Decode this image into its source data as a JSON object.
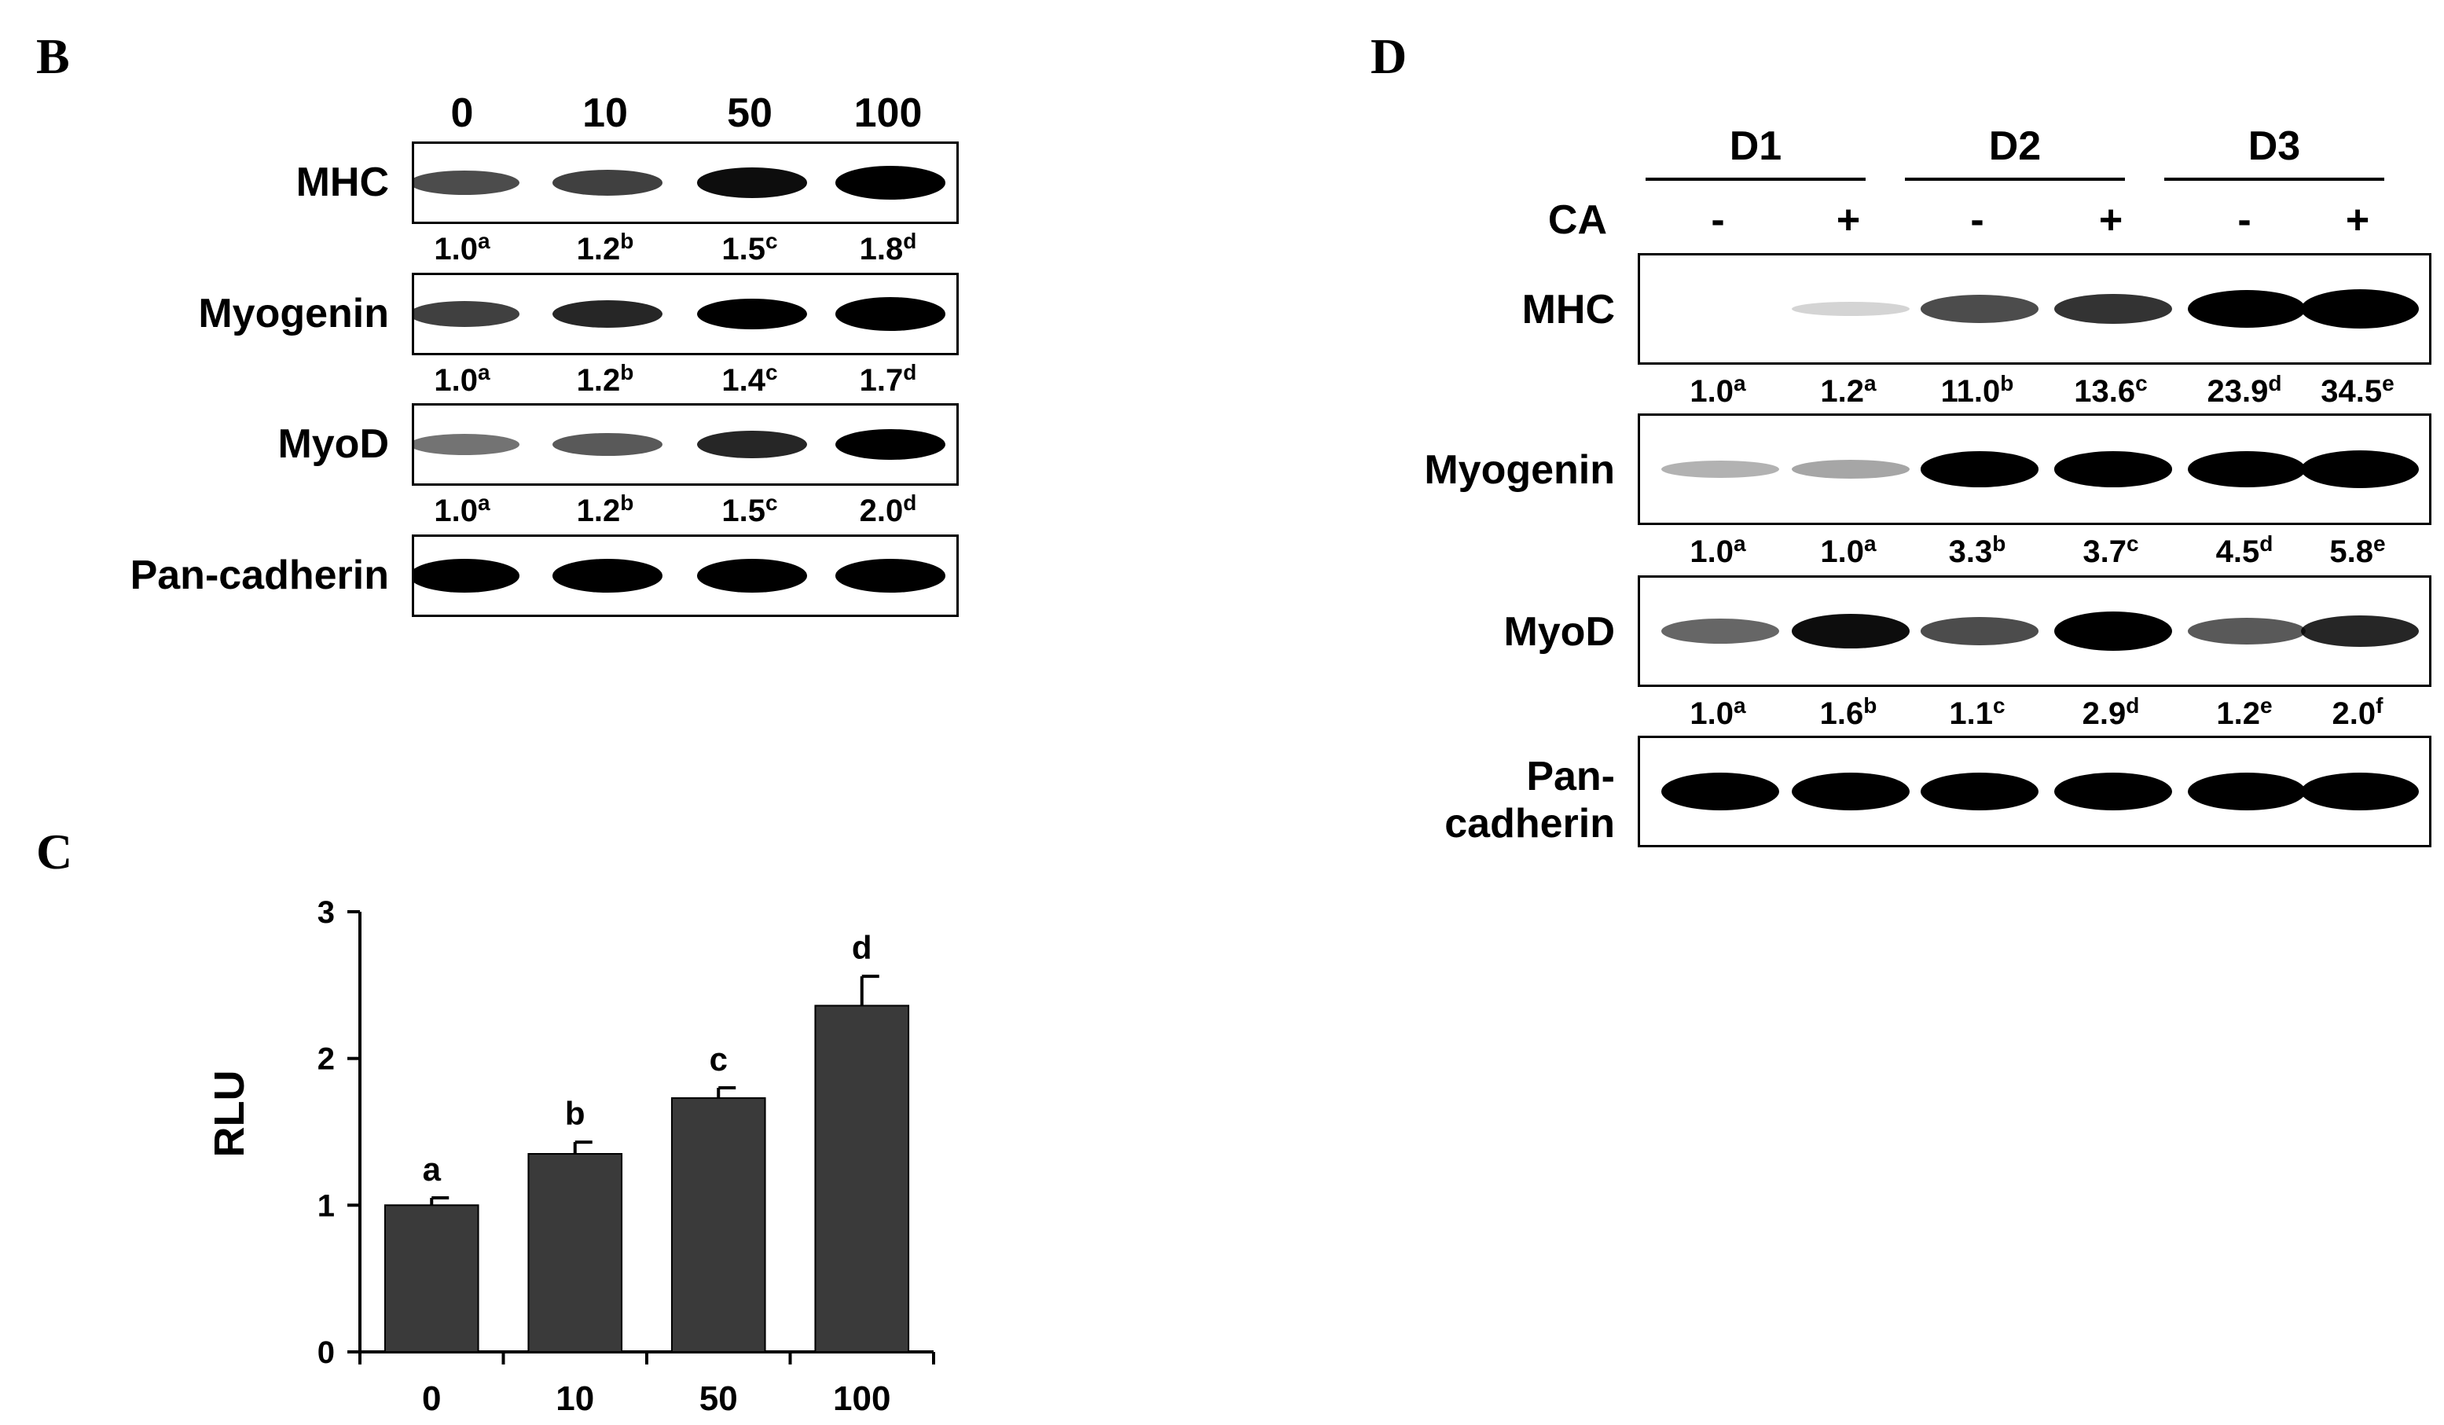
{
  "panel_b": {
    "letter": "B",
    "lanes": [
      "0",
      "10",
      "50",
      "100"
    ],
    "rows": [
      {
        "label": "MHC",
        "quant": [
          {
            "v": "1.0",
            "s": "a"
          },
          {
            "v": "1.2",
            "s": "b"
          },
          {
            "v": "1.5",
            "s": "c"
          },
          {
            "v": "1.8",
            "s": "d"
          }
        ],
        "intensity": [
          0.55,
          0.6,
          0.8,
          0.95
        ]
      },
      {
        "label": "Myogenin",
        "quant": [
          {
            "v": "1.0",
            "s": "a"
          },
          {
            "v": "1.2",
            "s": "b"
          },
          {
            "v": "1.4",
            "s": "c"
          },
          {
            "v": "1.7",
            "s": "d"
          }
        ],
        "intensity": [
          0.6,
          0.7,
          0.85,
          0.95
        ]
      },
      {
        "label": "MyoD",
        "quant": [
          {
            "v": "1.0",
            "s": "a"
          },
          {
            "v": "1.2",
            "s": "b"
          },
          {
            "v": "1.5",
            "s": "c"
          },
          {
            "v": "2.0",
            "s": "d"
          }
        ],
        "intensity": [
          0.4,
          0.5,
          0.7,
          0.85
        ]
      },
      {
        "label": "Pan-cadherin",
        "quant": [],
        "intensity": [
          0.95,
          0.95,
          0.95,
          0.95
        ]
      }
    ]
  },
  "panel_c": {
    "letter": "C",
    "chart_data": {
      "type": "bar",
      "categories": [
        "0",
        "10",
        "50",
        "100"
      ],
      "values": [
        1.0,
        1.35,
        1.73,
        2.36
      ],
      "errors": [
        0.05,
        0.08,
        0.07,
        0.2
      ],
      "annotations": [
        "a",
        "b",
        "c",
        "d"
      ],
      "title": "",
      "xlabel": "",
      "ylabel": "RLU",
      "ylim": [
        0,
        3
      ],
      "yticks": [
        "0",
        "1",
        "2",
        "3"
      ],
      "bar_color": "#3a3a3a"
    }
  },
  "panel_d": {
    "letter": "D",
    "groups": [
      "D1",
      "D2",
      "D3"
    ],
    "treatment_label": "CA",
    "signs": [
      "-",
      "+",
      "-",
      "+",
      "-",
      "+"
    ],
    "rows": [
      {
        "label": "MHC",
        "quant": [
          {
            "v": "1.0",
            "s": "a"
          },
          {
            "v": "1.2",
            "s": "a"
          },
          {
            "v": "11.0",
            "s": "b"
          },
          {
            "v": "13.6",
            "s": "c"
          },
          {
            "v": "23.9",
            "s": "d"
          },
          {
            "v": "34.5",
            "s": "e"
          }
        ],
        "intensity": [
          0.0,
          0.02,
          0.55,
          0.65,
          0.95,
          1.0
        ]
      },
      {
        "label": "Myogenin",
        "quant": [
          {
            "v": "1.0",
            "s": "a"
          },
          {
            "v": "1.0",
            "s": "a"
          },
          {
            "v": "3.3",
            "s": "b"
          },
          {
            "v": "3.7",
            "s": "c"
          },
          {
            "v": "4.5",
            "s": "d"
          },
          {
            "v": "5.8",
            "s": "e"
          }
        ],
        "intensity": [
          0.15,
          0.2,
          0.85,
          0.85,
          0.9,
          0.95
        ]
      },
      {
        "label": "MyoD",
        "quant": [
          {
            "v": "1.0",
            "s": "a"
          },
          {
            "v": "1.6",
            "s": "b"
          },
          {
            "v": "1.1",
            "s": "c"
          },
          {
            "v": "2.9",
            "s": "d"
          },
          {
            "v": "1.2",
            "s": "e"
          },
          {
            "v": "2.0",
            "s": "f"
          }
        ],
        "intensity": [
          0.45,
          0.8,
          0.55,
          1.0,
          0.5,
          0.7
        ]
      },
      {
        "label_lines": [
          "Pan-",
          "cadherin"
        ],
        "quant": [],
        "intensity": [
          0.95,
          0.95,
          0.95,
          0.95,
          0.95,
          0.95
        ]
      }
    ]
  }
}
